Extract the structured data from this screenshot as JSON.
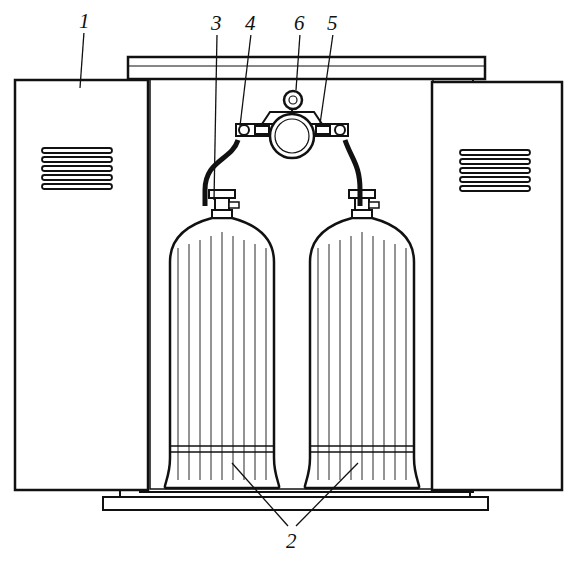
{
  "diagram": {
    "labels": [
      "1",
      "3",
      "4",
      "6",
      "5",
      "2"
    ]
  }
}
